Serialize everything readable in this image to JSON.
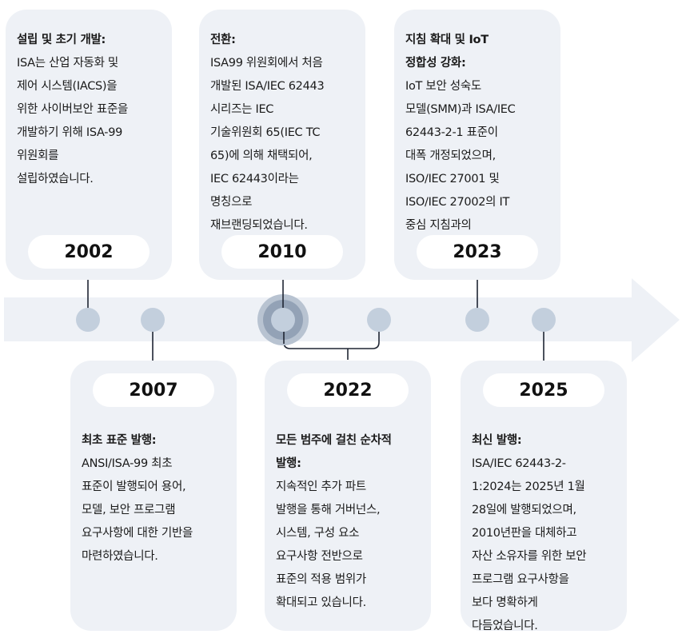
{
  "events": [
    {
      "year": "2002",
      "title": "설립 및 초기 개발:",
      "body": [
        "ISA는 산업 자동화 및",
        "제어 시스템(IACS)을",
        "위한 사이버보안 표준을",
        "개발하기 위해 ISA-99",
        "위원회를",
        "설립하였습니다."
      ]
    },
    {
      "year": "2010",
      "title": "전환:",
      "body": [
        "ISA99 위원회에서 처음",
        "개발된 ISA/IEC 62443",
        "시리즈는 IEC",
        "기술위원회 65(IEC TC",
        "65)에 의해 채택되어,",
        "IEC 62443이라는",
        "명칭으로",
        "재브랜딩되었습니다."
      ]
    },
    {
      "year": "2023",
      "title": "지침 확대 및 IoT 정합성 강화:",
      "title_lines": [
        "지침 확대 및 IoT",
        "정합성 강화:"
      ],
      "body": [
        "IoT 보안 성숙도",
        "모델(SMM)과 ISA/IEC",
        "62443-2-1 표준이",
        "대폭 개정되었으며,",
        "ISO/IEC 27001 및",
        "ISO/IEC 27002의 IT",
        "중심 지침과의"
      ]
    },
    {
      "year": "2007",
      "title": "최초 표준 발행:",
      "body": [
        "ANSI/ISA-99 최초",
        "표준이 발행되어 용어,",
        "모델, 보안 프로그램",
        "요구사항에 대한 기반을",
        "마련하였습니다."
      ]
    },
    {
      "year": "2022",
      "title": "모든 범주에 걸친 순차적 발행:",
      "title_lines": [
        "모든 범주에 걸친 순차적",
        "발행:"
      ],
      "body": [
        "지속적인 추가 파트",
        "발행을 통해 거버넌스,",
        "시스템, 구성 요소",
        "요구사항 전반으로",
        "표준의 적용 범위가",
        "확대되고 있습니다."
      ]
    },
    {
      "year": "2025",
      "title": "최신 발행:",
      "body": [
        "ISA/IEC 62443-2-",
        "1:2024는 2025년 1월",
        "28일에 발행되었으며,",
        "2010년판을 대체하고",
        "자산 소유자를 위한 보안",
        "프로그램 요구사항을",
        "보다 명확하게",
        "다듬었습니다."
      ]
    }
  ],
  "colors": {
    "card": "#eef1f6",
    "band": "#eef1f6",
    "dot": "#c3cfdd",
    "ring_outer": "#b8c3d1",
    "ring_inner": "#93a2b6",
    "line": "#1f2533"
  }
}
